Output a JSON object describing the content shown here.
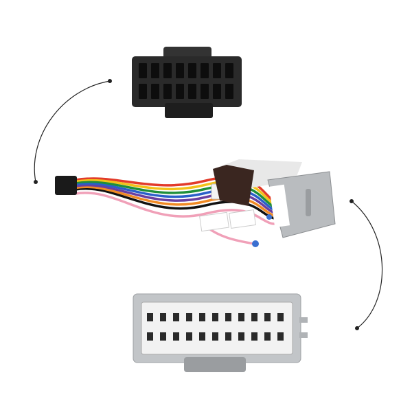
{
  "colors": {
    "background": "#ffffff",
    "iso_connector": "#2a2a2a",
    "grey_connector": "#b9bcbf",
    "module": "#3a2620",
    "wires": [
      "#e23b2a",
      "#f2c21a",
      "#1f8f3a",
      "#2a5fc9",
      "#6a3fa0",
      "#f08a24",
      "#111111",
      "#ffffff",
      "#f0a0b8"
    ]
  },
  "parts": [
    "black-iso-connector",
    "grey-multi-pin-connector",
    "wiring-harness",
    "decoder-module",
    "curved-arrows"
  ]
}
